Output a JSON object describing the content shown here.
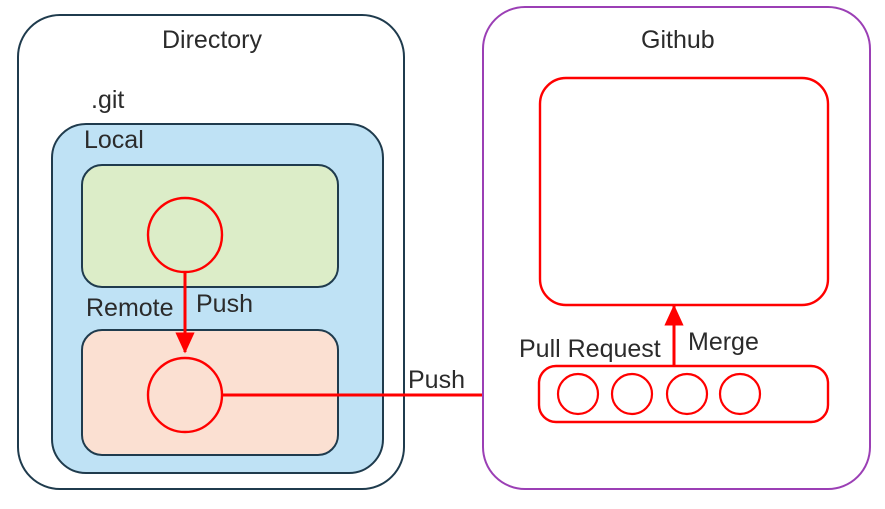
{
  "diagram": {
    "title_left": "Directory",
    "title_right": "Github",
    "labels": {
      "directory": "Directory",
      "git": ".git",
      "local": "Local",
      "remote": "Remote",
      "push_down": "Push",
      "push_side": "Push",
      "github": "Github",
      "pull_request": "Pull Request",
      "merge": "Merge"
    },
    "icons": {
      "local_commit": "commit-circle-icon",
      "remote_commit": "commit-circle-icon",
      "pr_commit": "commit-circle-icon",
      "arrow_down": "arrow-down-icon",
      "arrow_right": "arrow-right-icon",
      "arrow_up": "arrow-up-icon"
    },
    "colors": {
      "outline_dark": "#1F3B4D",
      "local_fill": "#BFE2F5",
      "local_stroke": "#1F3B4D",
      "stage_fill": "#DCEDC8",
      "stage_stroke": "#1F3B4D",
      "remote_fill": "#FBE0D2",
      "remote_stroke": "#1F3B4D",
      "github_stroke": "#9B3FB5",
      "accent_red": "#FF0000",
      "text": "#2B2B2B",
      "background": "#FFFFFF"
    },
    "pull_request_commits": [
      {
        "name": "pr-commit-1"
      },
      {
        "name": "pr-commit-2"
      },
      {
        "name": "pr-commit-3"
      },
      {
        "name": "pr-commit-4"
      }
    ]
  }
}
